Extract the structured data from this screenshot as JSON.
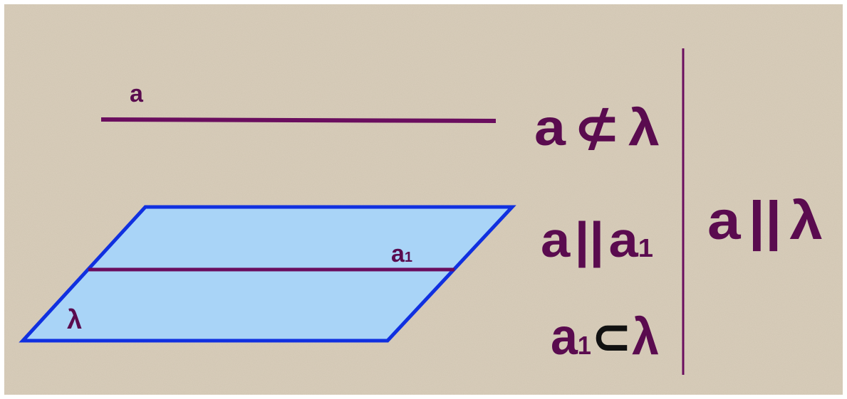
{
  "colors": {
    "background": "#d9cebb",
    "line": "#6a0d5e",
    "text": "#5a0b4f",
    "plane_fill": "#a9d4f7",
    "plane_border": "#1030e0",
    "subset_symbol": "#111111"
  },
  "labels": {
    "line_a": "a",
    "line_a1_base": "a",
    "line_a1_sub": "1",
    "plane": "λ"
  },
  "conditions": {
    "not_subset": {
      "left": "a",
      "symbol": "⊄",
      "right": "λ"
    },
    "parallel_lines": {
      "left": "a",
      "symbol": "||",
      "right_base": "a",
      "right_sub": "1"
    },
    "subset": {
      "left_base": "a",
      "left_sub": "1",
      "symbol": "⊂",
      "right": "λ"
    }
  },
  "conclusion": {
    "left": "a",
    "symbol": "||",
    "right": "λ"
  }
}
